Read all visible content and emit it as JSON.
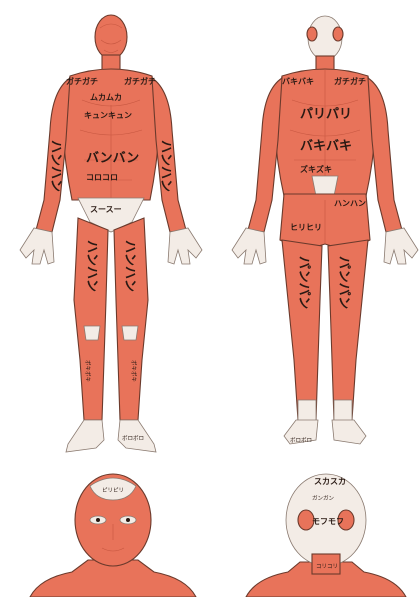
{
  "front": {
    "shoulder_left": "ガチガチ",
    "shoulder_right": "ガチガチ",
    "chest_upper": "ムカムカ",
    "chest_lower": "キュンキュン",
    "arm_left": "ハンハン",
    "arm_right": "ハンハン",
    "belly": "バンバン",
    "belly_lower": "コロコロ",
    "pelvis": "スースー",
    "thigh_left": "ハンハン",
    "thigh_right": "ハンハン",
    "shin_left": "ポキポキ",
    "shin_right": "ポキポキ",
    "foot": "ボロボロ"
  },
  "back": {
    "shoulder_left": "バキバキ",
    "shoulder_right": "ガチガチ",
    "upper_back": "パリパリ",
    "mid_back": "バキバキ",
    "lower_back": "ズキズキ",
    "waist": "ハンハン",
    "hip": "ヒリヒリ",
    "thigh_left": "パンパン",
    "thigh_right": "パンパン",
    "calf": "ボロボロ"
  },
  "head_front": {
    "forehead": "ピリピリ"
  },
  "head_back": {
    "crown": "スカスカ",
    "side": "ガンガン",
    "nape": "モフモフ",
    "neck": "コリコリ"
  }
}
